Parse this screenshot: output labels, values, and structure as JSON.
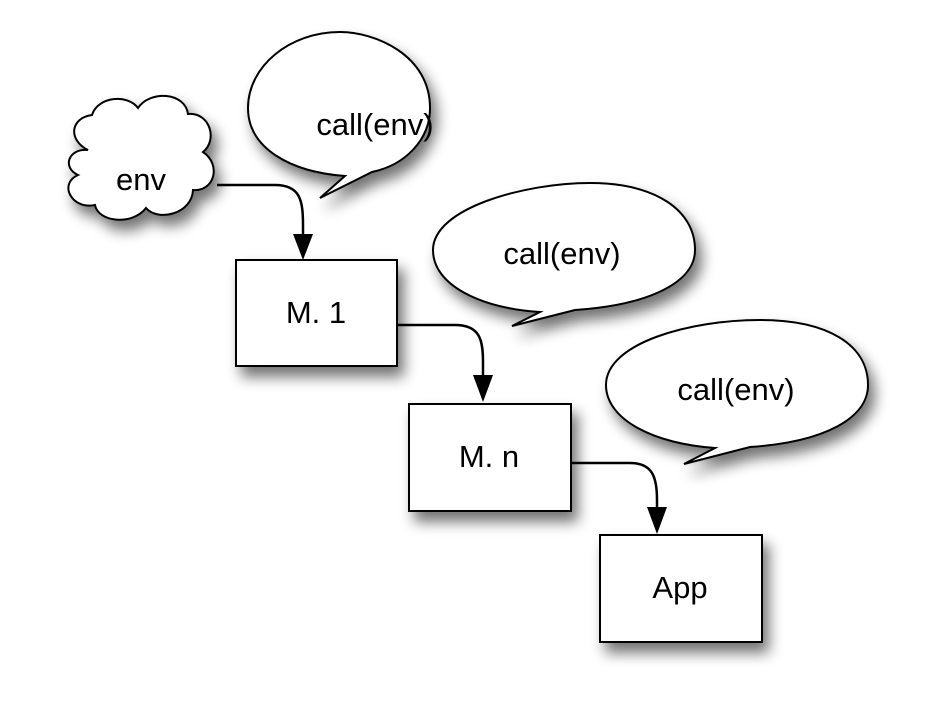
{
  "diagram": {
    "nodes": {
      "env": {
        "label": "env",
        "shape": "cloud"
      },
      "m1": {
        "label": "M. 1",
        "shape": "box"
      },
      "mn": {
        "label": "M. n",
        "shape": "box"
      },
      "app": {
        "label": "App",
        "shape": "box"
      }
    },
    "bubbles": [
      {
        "label": "call(env)"
      },
      {
        "label": "call(env)"
      },
      {
        "label": "call(env)"
      }
    ],
    "edges": [
      {
        "from": "env",
        "to": "m1"
      },
      {
        "from": "m1",
        "to": "mn"
      },
      {
        "from": "mn",
        "to": "app"
      }
    ]
  }
}
